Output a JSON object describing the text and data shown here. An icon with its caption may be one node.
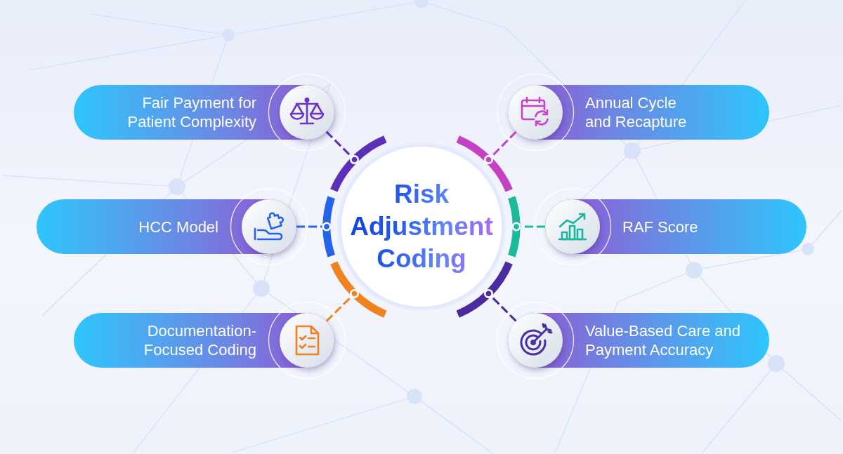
{
  "diagram": {
    "nodes": [
      {
        "text": [
          "Risk Adjustment Coding"
        ]
      },
      {
        "text": [
          "Fair Payment for Patient Complexity"
        ]
      },
      {
        "text": [
          "Annual Cycle and Recapture"
        ]
      },
      {
        "text": [
          "HCC Model"
        ]
      },
      {
        "text": [
          "RAF Score"
        ]
      },
      {
        "text": [
          "Documentation-Focused Coding"
        ]
      },
      {
        "text": [
          "Value-Based Care and Payment Accuracy"
        ]
      }
    ],
    "edges": [
      {
        "from": 1,
        "to": 0,
        "arrow": "other",
        "style": "dashed",
        "color": "#5b2fb8"
      },
      {
        "from": 2,
        "to": 0,
        "arrow": "other",
        "style": "dashed",
        "color": "#c640c4"
      },
      {
        "from": 3,
        "to": 0,
        "arrow": "other",
        "style": "dashed",
        "color": "#2563eb"
      },
      {
        "from": 4,
        "to": 0,
        "arrow": "other",
        "style": "dashed",
        "color": "#1cb99b"
      },
      {
        "from": 5,
        "to": 0,
        "arrow": "other",
        "style": "dashed",
        "color": "#f0821f"
      },
      {
        "from": 6,
        "to": 0,
        "arrow": "other",
        "style": "dashed",
        "color": "#4a2ca0"
      }
    ]
  }
}
